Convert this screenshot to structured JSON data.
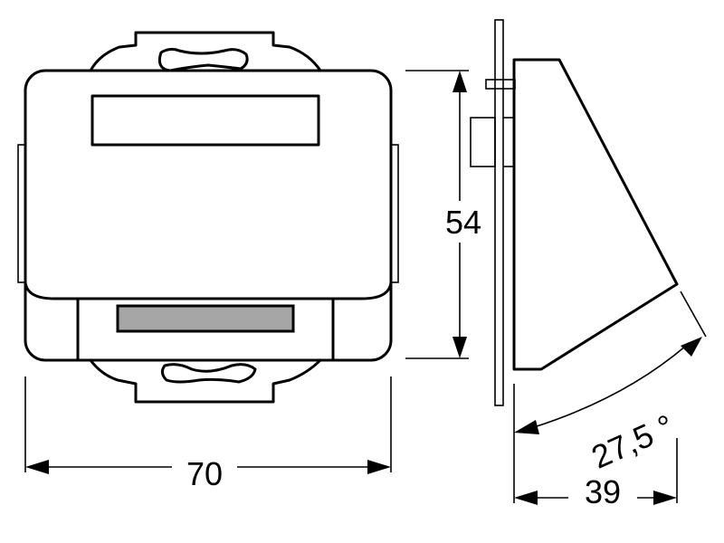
{
  "drawing": {
    "dimensions": {
      "width_front": "70",
      "height_front": "54",
      "angle_side": "27,5 °",
      "depth_side": "39"
    },
    "colors": {
      "line": "#000000",
      "background": "#ffffff",
      "label_window_fill": "#a6a6a6"
    }
  }
}
